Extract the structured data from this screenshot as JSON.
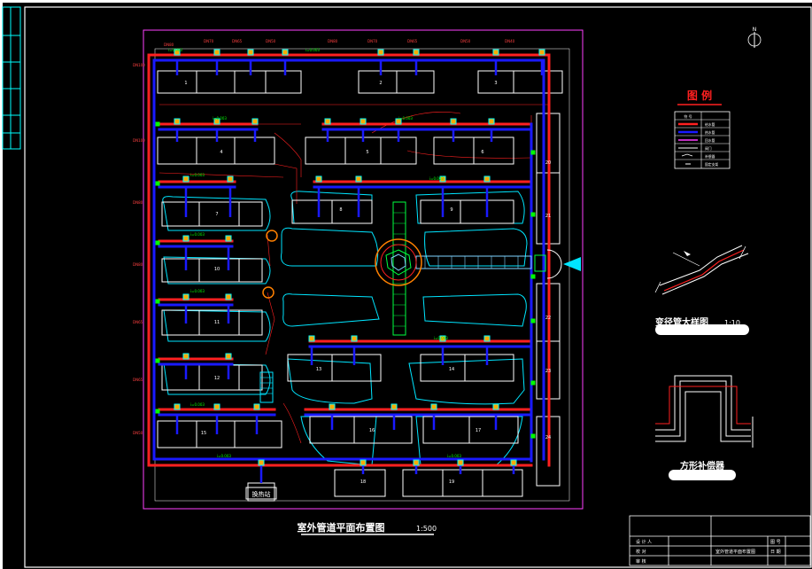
{
  "drawing": {
    "main_title": "室外管道平面布置图",
    "main_scale": "1:500",
    "north_symbol": "N",
    "legend_title": "图 例",
    "legend_rows": [
      {
        "symbol": "符 号",
        "meaning": ""
      },
      {
        "symbol": "",
        "meaning": "给水管"
      },
      {
        "symbol": "",
        "meaning": "热水管"
      },
      {
        "symbol": "",
        "meaning": "回水管"
      },
      {
        "symbol": "",
        "meaning": "阀门"
      },
      {
        "symbol": "",
        "meaning": "补偿器"
      },
      {
        "symbol": "",
        "meaning": "固定支架"
      }
    ],
    "detail1_title": "变径管大样图",
    "detail1_scale": "1:10",
    "detail2_title": "方形补偿器",
    "station_label": "换热站",
    "pipe_note": "i=0.003",
    "title_block": {
      "row1_left": "设 计 人",
      "row2_left": "校 对",
      "row3_left": "审 核",
      "drawing_name": "室外管道平面布置图",
      "right_top": "图 号",
      "right_mid": "日 期"
    },
    "buildings": [
      "1",
      "2",
      "3",
      "4",
      "5",
      "6",
      "7",
      "8",
      "9",
      "10",
      "11",
      "12",
      "13",
      "14",
      "15",
      "16",
      "17",
      "18",
      "19",
      "20",
      "21",
      "22",
      "23",
      "24"
    ],
    "colors": {
      "supply": "#ff2020",
      "return": "#1a1aff",
      "outline": "#ffffff",
      "landscape": "#00e5ff",
      "boundary": "#ff40ff",
      "dim": "#00ff00",
      "frame_left": "#00ffff"
    }
  }
}
